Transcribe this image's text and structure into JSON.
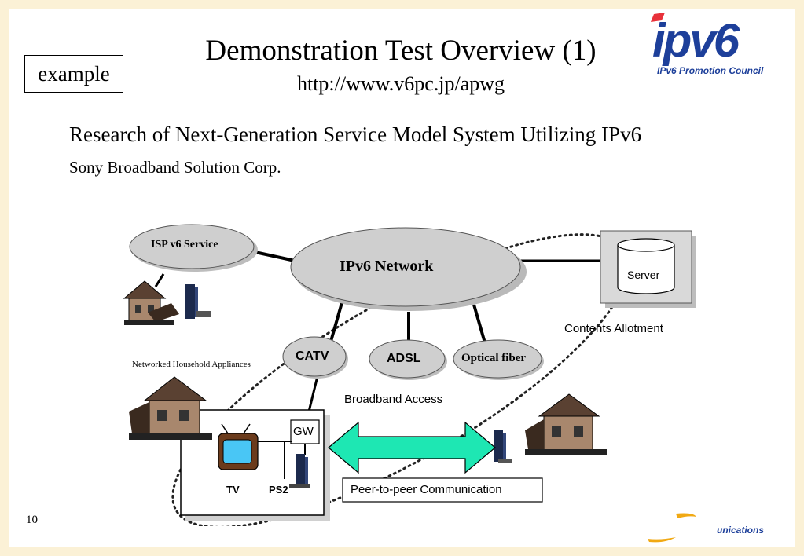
{
  "slide": {
    "example_label": "example",
    "title": "Demonstration Test Overview (1)",
    "url": "http://www.v6pc.jp/apwg",
    "research_line": "Research of Next-Generation Service Model System Utilizing IPv6",
    "company": "Sony Broadband Solution Corp.",
    "page_number": "10"
  },
  "logo": {
    "wordmark": "ipv6",
    "org_name": "IPv6 Promotion Council",
    "footer_fragment": "unications",
    "brand_color": "#1d3f9a"
  },
  "diagram": {
    "network": "IPv6 Network",
    "isp_service": "ISP v6 Service",
    "server": "Server",
    "contents_allotment": "Contents Allotment",
    "access_nodes": [
      "CATV",
      "ADSL",
      "Optical fiber"
    ],
    "household_label": "Networked Household Appliances",
    "broadband_access": "Broadband Access",
    "gateway": "GW",
    "tv": "TV",
    "ps2": "PS2",
    "p2p": "Peer-to-peer Communication",
    "arrow_color": "#1ee7b3"
  }
}
